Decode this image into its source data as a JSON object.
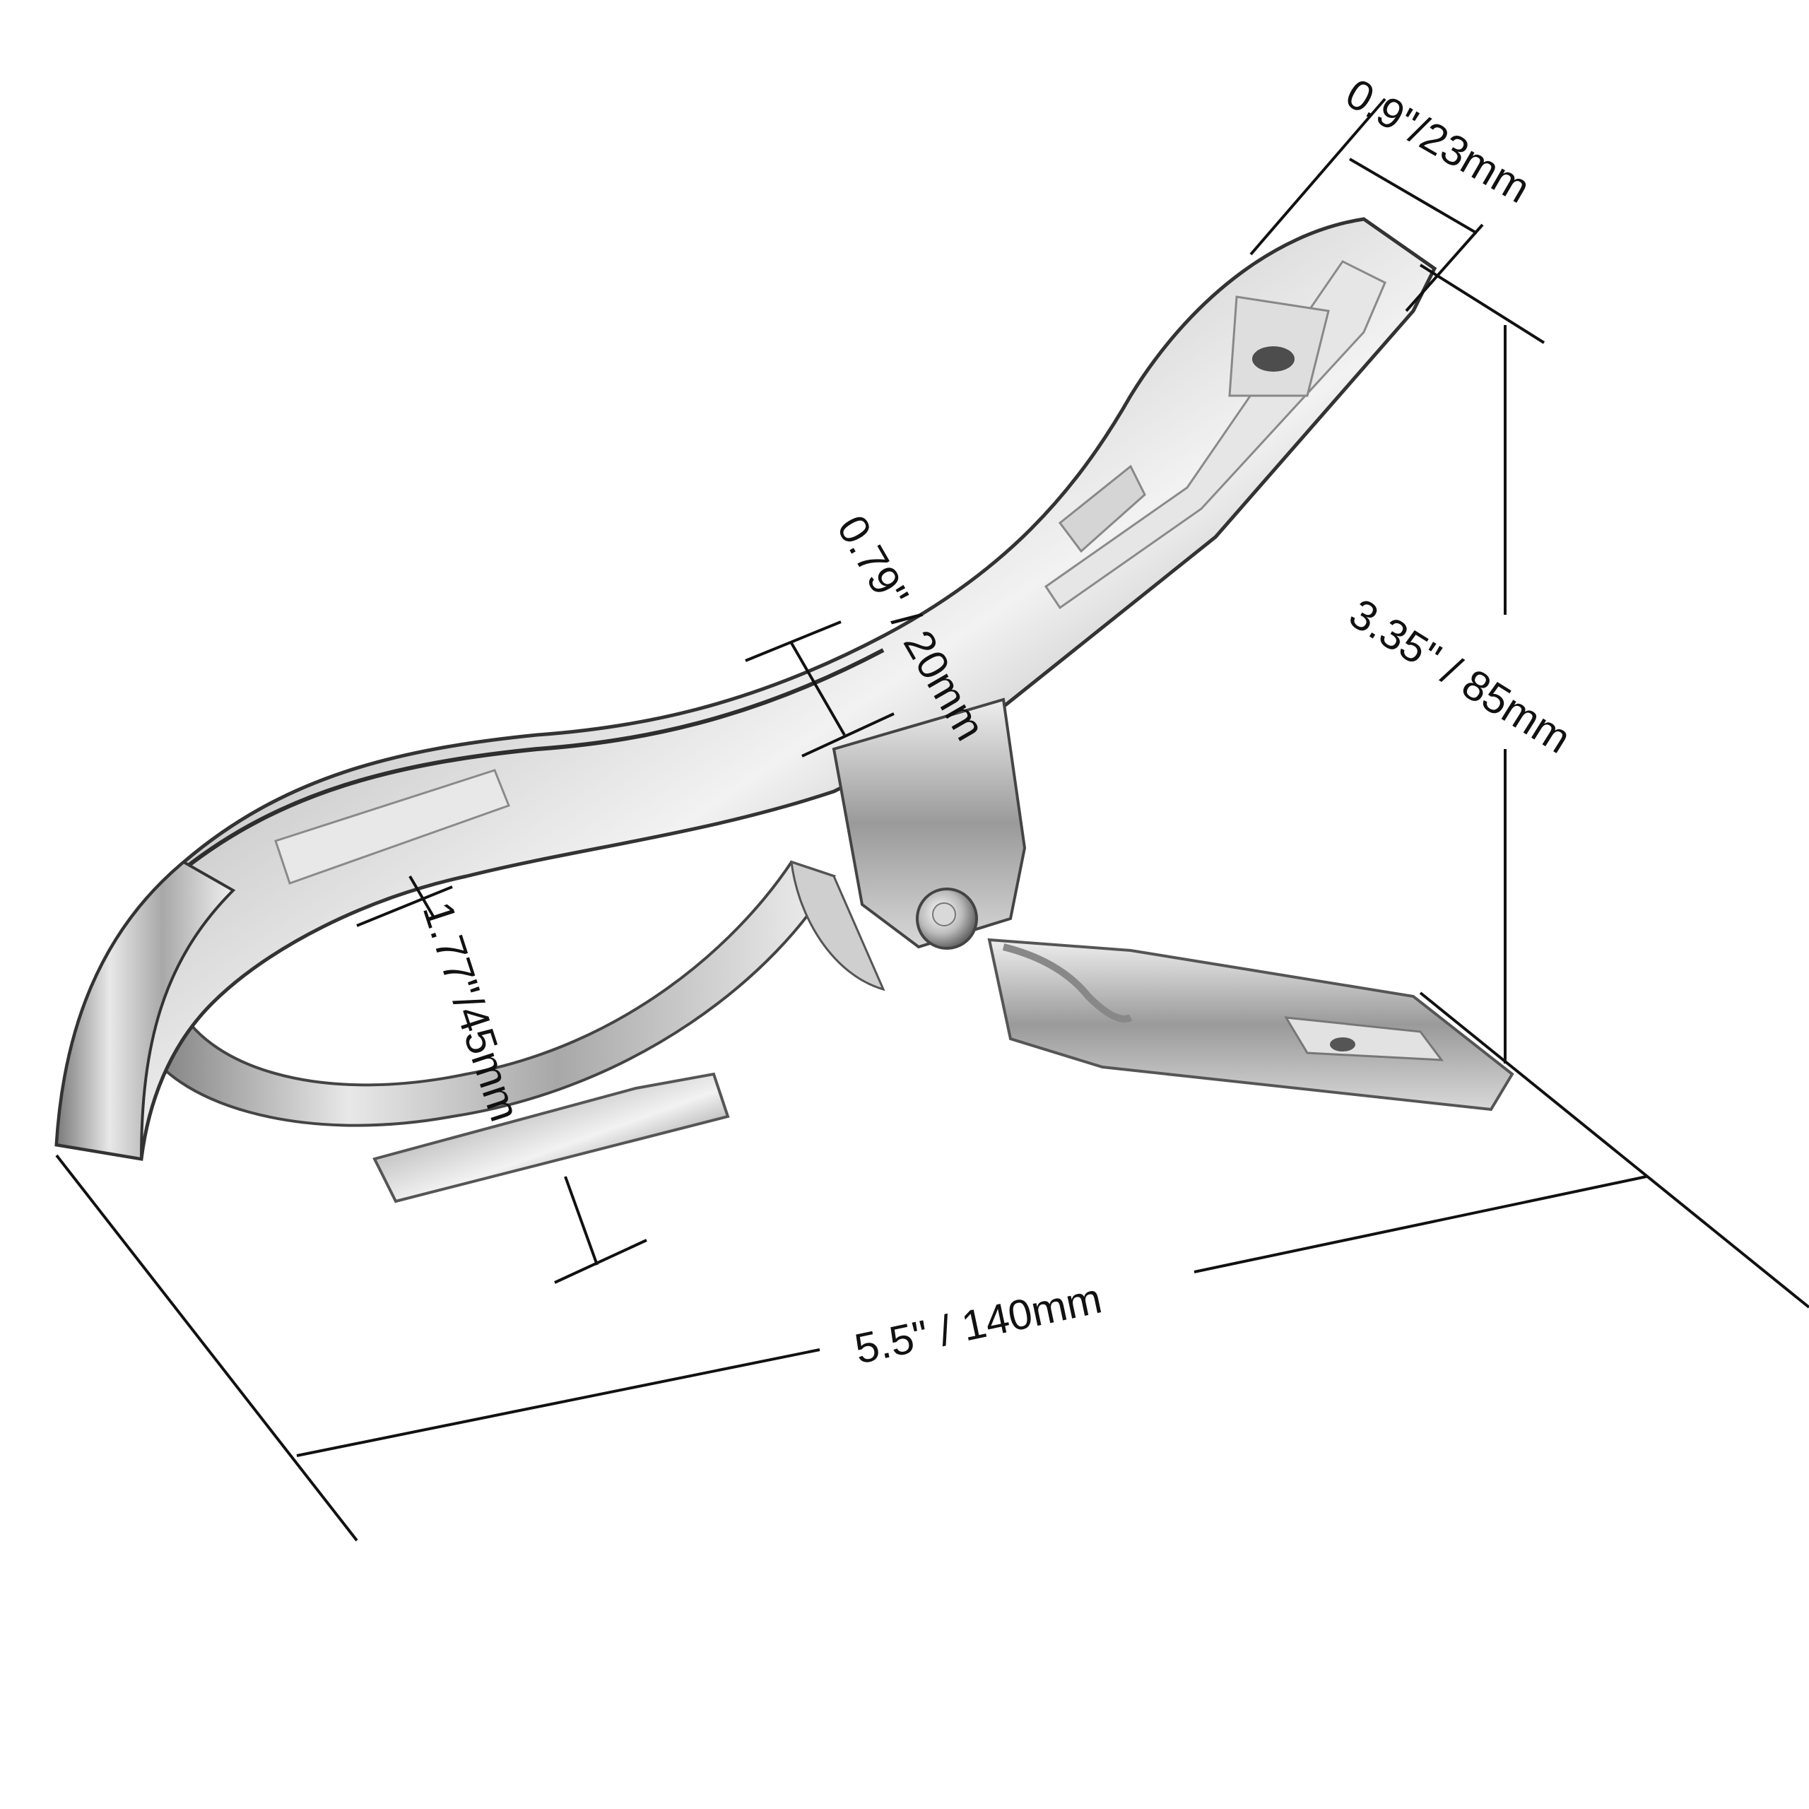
{
  "dimensions": {
    "tip_width": "0.9\"/23mm",
    "arm_width": "0.79\" / 20mm",
    "height": "3.35\" / 85mm",
    "opening": "1.77\"/45mm",
    "length": "5.5\" / 140mm"
  },
  "colors": {
    "background": "#ffffff",
    "line": "#111111",
    "steel_light": "#f4f4f4",
    "steel_mid": "#bdbdbd",
    "steel_dark": "#4a4a4a"
  }
}
